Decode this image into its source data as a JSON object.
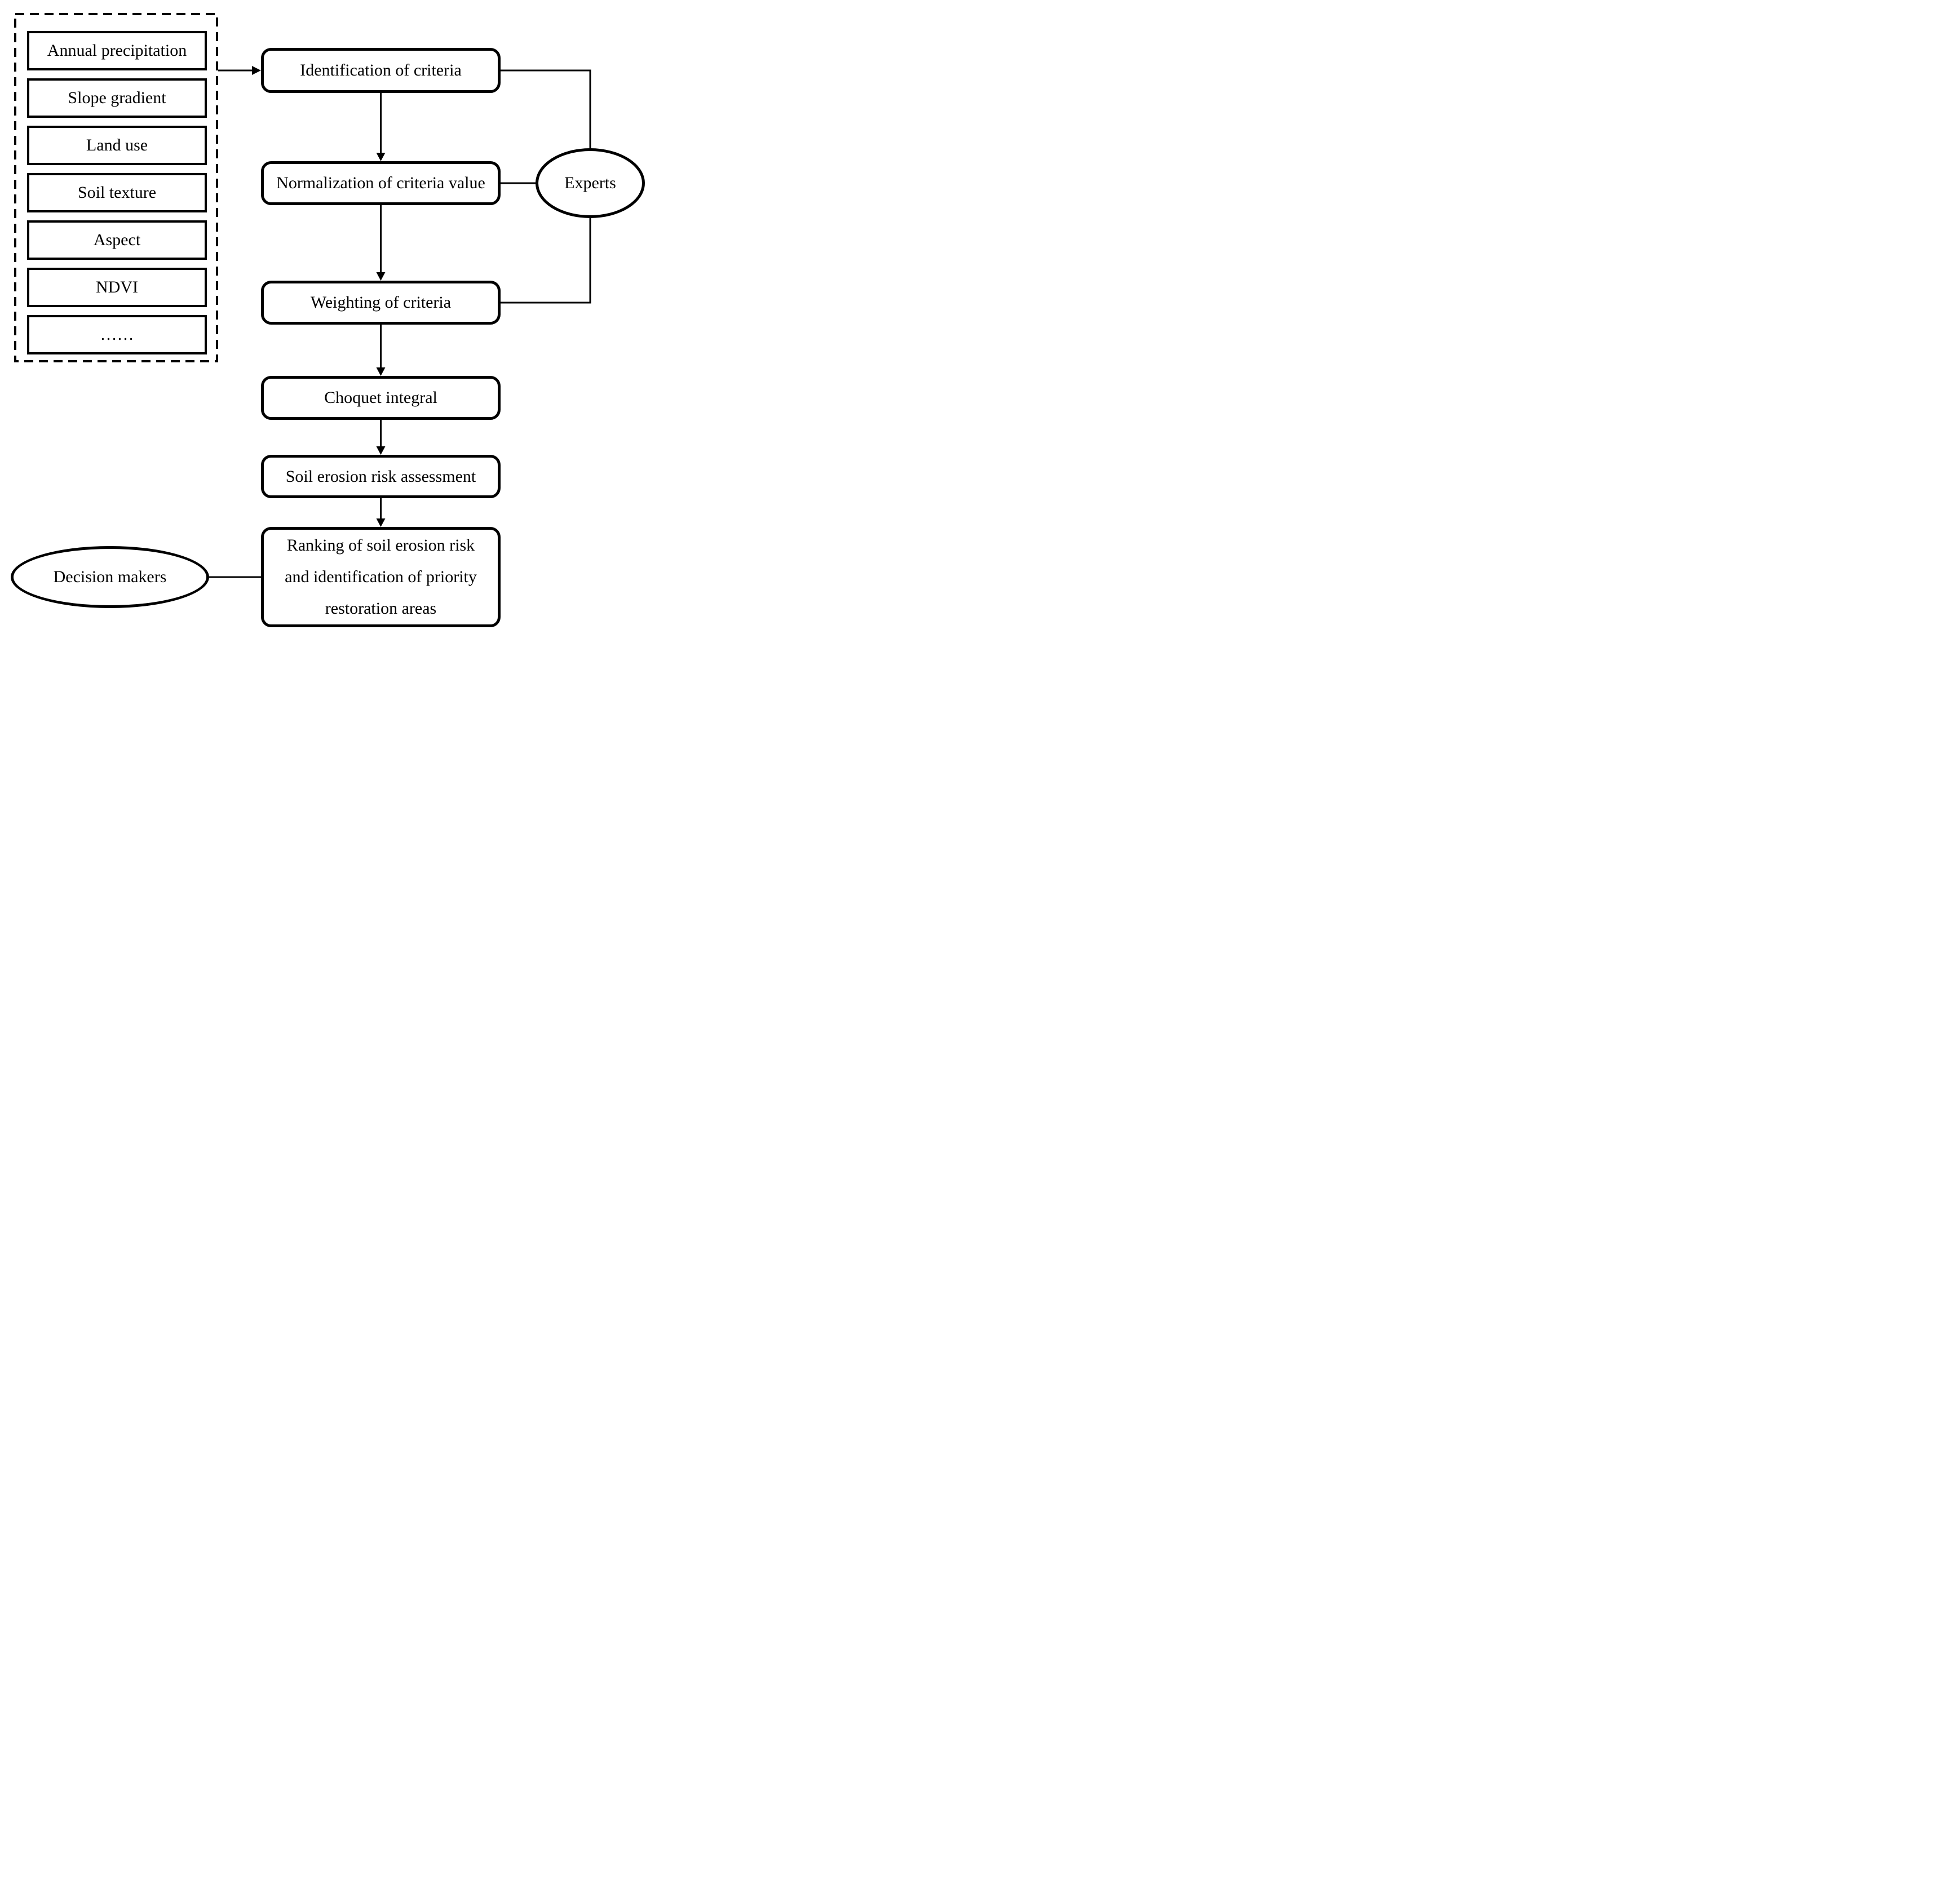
{
  "diagram": {
    "background_color": "#ffffff",
    "line_color": "#000000",
    "criteria_group": {
      "items": [
        {
          "label": "Annual precipitation"
        },
        {
          "label": "Slope gradient"
        },
        {
          "label": "Land use"
        },
        {
          "label": "Soil texture"
        },
        {
          "label": "Aspect"
        },
        {
          "label": "NDVI"
        },
        {
          "label": "……"
        }
      ]
    },
    "steps": [
      {
        "label": "Identification of criteria"
      },
      {
        "label": "Normalization of criteria value"
      },
      {
        "label": "Weighting of criteria"
      },
      {
        "label": "Choquet integral"
      },
      {
        "label": "Soil erosion risk assessment"
      },
      {
        "label": "Ranking of soil erosion risk and identification of priority restoration areas",
        "lines": [
          "Ranking of soil erosion risk",
          "and identification of priority",
          "restoration areas"
        ]
      }
    ],
    "actors": {
      "experts": {
        "label": "Experts"
      },
      "decision_makers": {
        "label": "Decision makers"
      }
    }
  }
}
